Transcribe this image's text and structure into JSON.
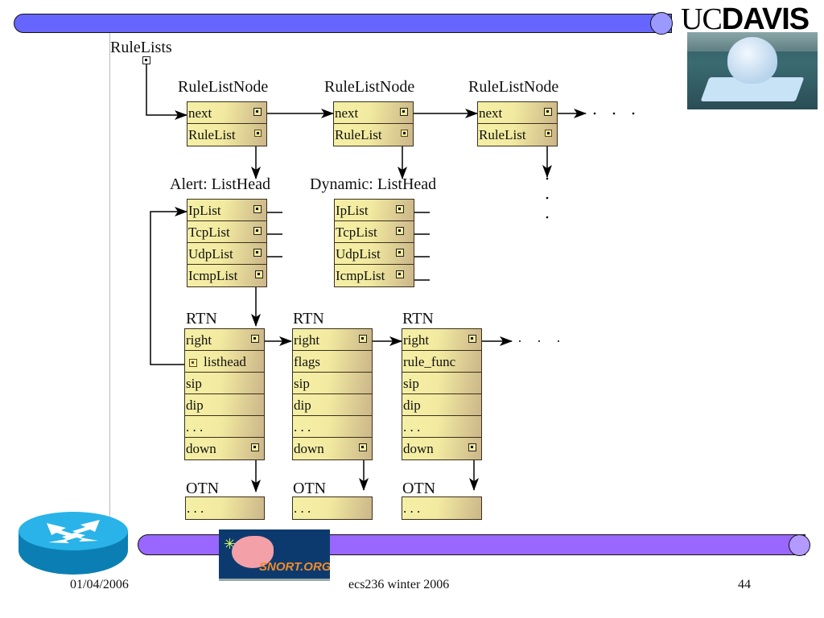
{
  "slide": {
    "title_label": "RuleLists",
    "logo": {
      "uc": "UC",
      "davis": "DAVIS"
    },
    "colors": {
      "top_bar": "#6666ff",
      "bottom_bar": "#9966ff",
      "node_fill": "#f2eaa0",
      "node_shade": "#cbb689"
    }
  },
  "rule_list_nodes": [
    {
      "label": "RuleListNode",
      "fields": [
        "next",
        "RuleList"
      ]
    },
    {
      "label": "RuleListNode",
      "fields": [
        "next",
        "RuleList"
      ]
    },
    {
      "label": "RuleListNode",
      "fields": [
        "next",
        "RuleList"
      ]
    }
  ],
  "list_heads": [
    {
      "label": "Alert: ListHead",
      "fields": [
        "IpList",
        "TcpList",
        "UdpList",
        "IcmpList"
      ]
    },
    {
      "label": "Dynamic: ListHead",
      "fields": [
        "IpList",
        "TcpList",
        "UdpList",
        "IcmpList"
      ]
    }
  ],
  "rtns": [
    {
      "label": "RTN",
      "fields": [
        "right",
        "listhead",
        "sip",
        "dip",
        ". . .",
        "down"
      ]
    },
    {
      "label": "RTN",
      "fields": [
        "right",
        "flags",
        "sip",
        "dip",
        ". . .",
        "down"
      ]
    },
    {
      "label": "RTN",
      "fields": [
        "right",
        "rule_func",
        "sip",
        "dip",
        ". . .",
        "down"
      ]
    }
  ],
  "otns": [
    {
      "label": "OTN",
      "fields": [
        ". . ."
      ]
    },
    {
      "label": "OTN",
      "fields": [
        ". . ."
      ]
    },
    {
      "label": "OTN",
      "fields": [
        ". . ."
      ]
    }
  ],
  "continuation": {
    "horizontal": ". . .",
    "vertical": ". . ."
  },
  "footer": {
    "date": "01/04/2006",
    "course": "ecs236 winter 2006",
    "page": "44",
    "snort_logo_text": "SNORT.ORG"
  }
}
